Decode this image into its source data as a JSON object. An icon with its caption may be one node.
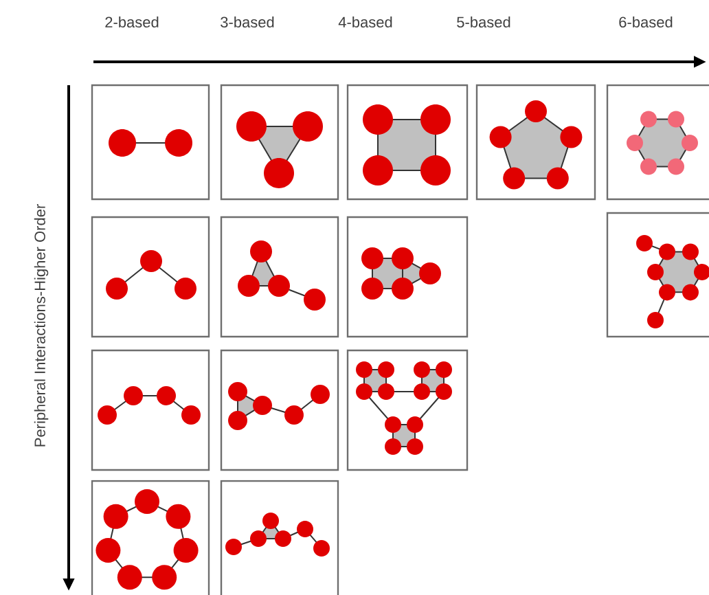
{
  "diagram": {
    "labels": [
      "2-based",
      "3-based",
      "4-based",
      "5-based",
      "6-based",
      "Peripheral Interactions-Higher Order"
    ]
  }
}
